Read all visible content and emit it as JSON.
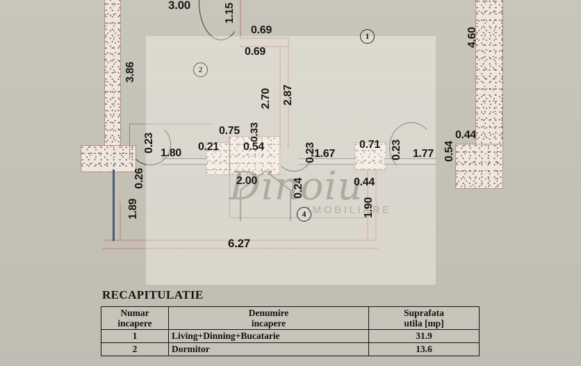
{
  "document": {
    "type": "architectural-floor-plan",
    "watermark": {
      "script": "Dinoiu",
      "subtitle": "IMOBILIARE"
    }
  },
  "room_badges": [
    {
      "id": "1",
      "label": "1"
    },
    {
      "id": "2",
      "label": "2"
    },
    {
      "id": "4",
      "label": "4"
    }
  ],
  "dimensions": {
    "top_3_00": "3.00",
    "top_1_15": "1.15",
    "top_0_69a": "0.69",
    "top_0_69b": "0.69",
    "left_3_86": "3.86",
    "left_0_26": "0.26",
    "left_0_23": "0.23",
    "left_1_89": "1.89",
    "mid_1_80": "1.80",
    "mid_0_21": "0.21",
    "mid_0_75": "0.75",
    "mid_0_33": "0.33",
    "mid_0_54": "0.54",
    "mid_2_00": "2.00",
    "mid_2_70": "2.70",
    "mid_2_87": "2.87",
    "mid_0_24": "0.24",
    "mid_0_23": "0.23",
    "right_1_67": "1.67",
    "right_0_71": "0.71",
    "right_0_23": "0.23",
    "right_1_77": "1.77",
    "right_0_54": "0.54",
    "right_0_44": "0.44",
    "right_4_60": "4.60",
    "right_1_90": "1.90",
    "bot_0_44": "0.44",
    "bot_6_27": "6.27"
  },
  "recapitulatie": {
    "title": "RECAPITULATIE",
    "headers": {
      "numar": "Numar",
      "numar2": "incapere",
      "denumire": "Denumire",
      "denumire2": "incapere",
      "suprafata": "Suprafata",
      "suprafata2": "utila [mp]"
    },
    "rows": [
      {
        "num": "1",
        "name": "Living+Dinning+Bucatarie",
        "area": "31.9"
      },
      {
        "num": "2",
        "name": "Dormitor",
        "area": "13.6"
      }
    ]
  }
}
